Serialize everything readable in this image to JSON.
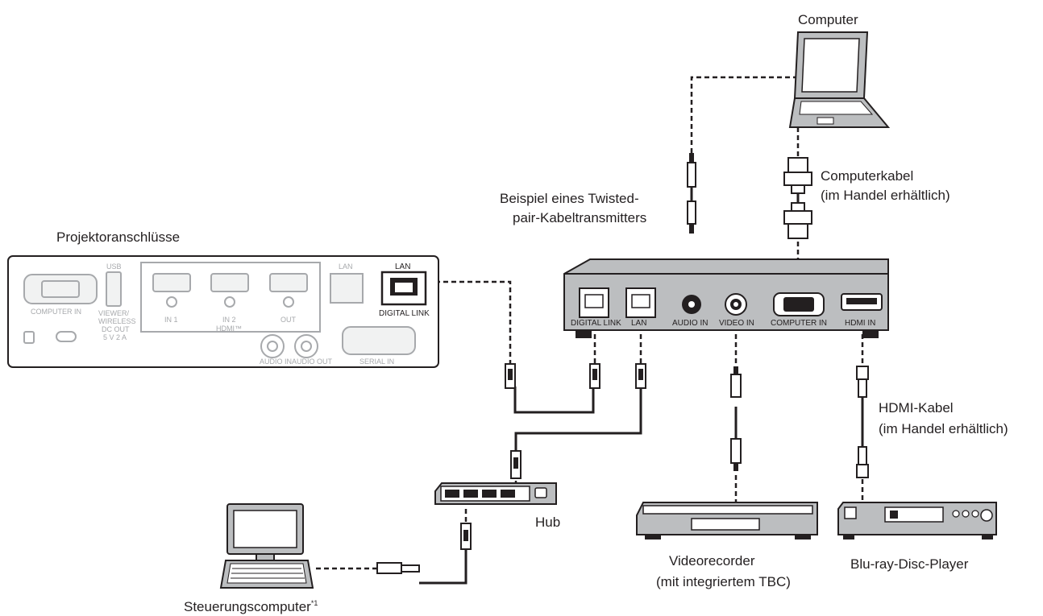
{
  "labels": {
    "computer": "Computer",
    "computer_cable_line1": "Computerkabel",
    "computer_cable_line2": "(im Handel erhältlich)",
    "transmitter_line1": "Beispiel eines Twisted-",
    "transmitter_line2": "pair-Kabeltransmitters",
    "projector_terminals": "Projektoranschlüsse",
    "hdmi_cable_line1": "HDMI-Kabel",
    "hdmi_cable_line2": "(im Handel erhältlich)",
    "hub": "Hub",
    "vcr_line1": "Videorecorder",
    "vcr_line2": "(mit integriertem TBC)",
    "bluray": "Blu-ray-Disc-Player",
    "control_pc": "Steuerungscomputer",
    "control_pc_note": "*1"
  },
  "projector_ports": {
    "usb": "USB",
    "lan": "LAN",
    "computer_in": "COMPUTER IN",
    "viewer_1": "VIEWER/",
    "viewer_2": "WIRELESS",
    "viewer_3": "DC OUT",
    "viewer_4": "5 V  2 A",
    "in1": "IN 1",
    "in2": "IN 2",
    "out": "OUT",
    "hdmi": "HDMI™",
    "digital_link_lan": "LAN",
    "digital_link": "DIGITAL LINK",
    "audio_in": "AUDIO IN",
    "audio_out": "AUDIO OUT",
    "serial_in": "SERIAL IN"
  },
  "transmitter_ports": {
    "digital_link": "DIGITAL LINK",
    "lan": "LAN",
    "audio_in": "AUDIO IN",
    "video_in": "VIDEO IN",
    "computer_in": "COMPUTER IN",
    "hdmi_in": "HDMI IN"
  },
  "colors": {
    "line": "#231f20",
    "device_gray": "#bcbec0",
    "port_gray": "#d9dadb",
    "faded": "#a7a9ac"
  }
}
